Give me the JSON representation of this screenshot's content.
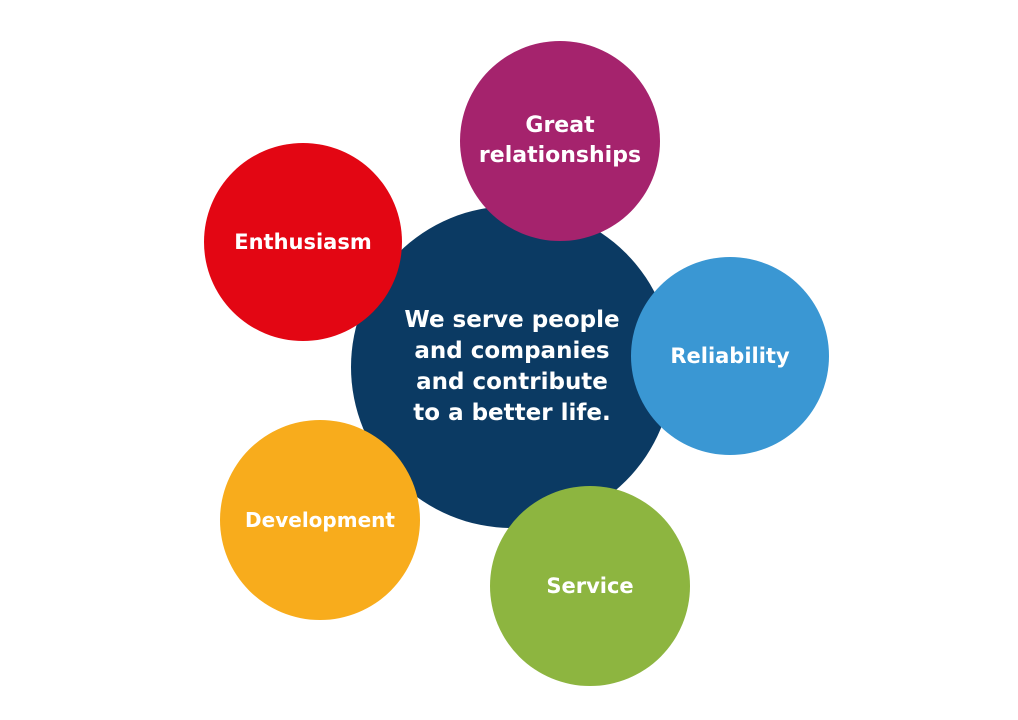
{
  "diagram": {
    "center": {
      "text": "We serve people\nand companies\nand contribute\nto a better life.",
      "color": "#0b3a63"
    },
    "values": [
      {
        "id": "great",
        "label": "Great\nrelationships",
        "color": "#a5236d"
      },
      {
        "id": "enthusiasm",
        "label": "Enthusiasm",
        "color": "#e30613"
      },
      {
        "id": "reliability",
        "label": "Reliability",
        "color": "#3a97d3"
      },
      {
        "id": "development",
        "label": "Development",
        "color": "#f8ac1c"
      },
      {
        "id": "service",
        "label": "Service",
        "color": "#8db540"
      }
    ]
  }
}
